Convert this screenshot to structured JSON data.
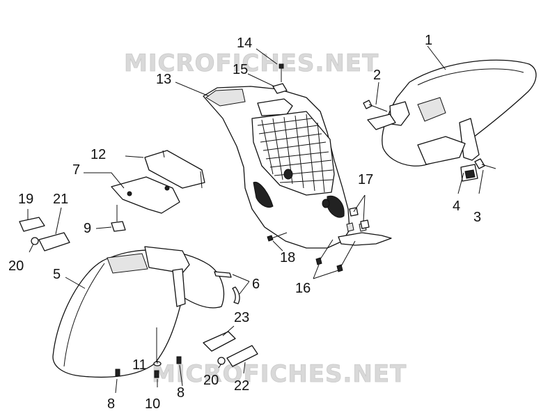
{
  "watermarks": [
    "MICROFICHES.NET",
    "MICROFICHES.NET"
  ],
  "callouts": [
    "1",
    "2",
    "3",
    "4",
    "5",
    "6",
    "7",
    "8",
    "8",
    "9",
    "10",
    "11",
    "12",
    "13",
    "14",
    "15",
    "16",
    "17",
    "18",
    "19",
    "20",
    "20",
    "21",
    "22",
    "23"
  ],
  "colors": {
    "line": "#111111",
    "watermark": "#d9d9d9",
    "background": "#ffffff"
  }
}
